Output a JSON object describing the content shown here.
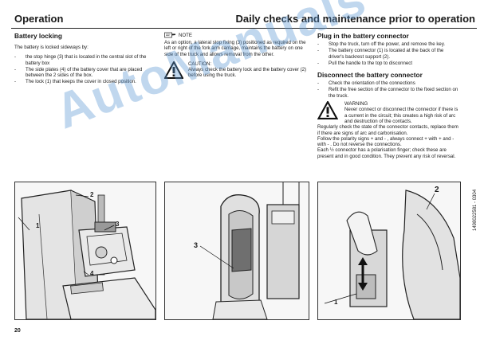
{
  "header": {
    "section": "Operation",
    "title": "Daily checks and maintenance prior to operation"
  },
  "battery_locking": {
    "heading": "Battery locking",
    "intro": "The battery is locked sideways by:",
    "items": [
      "the stop hinge (3) that is located in the central slot of the battery box",
      "The side plates (4) of the battery cover that are placed between the 2 sides of the box.",
      "The lock (1) that keeps the cover in closed position."
    ]
  },
  "note": {
    "label": "NOTE",
    "text": "As an option, a lateral stop fixing (3) positioned as required on the left or right of the fork arm carriage, maintains the battery on one side of the truck and allows removal from the other."
  },
  "caution": {
    "label": "CAUTION:",
    "text": "Always check the battery lock and the battery cover (2) before using the truck."
  },
  "plug_in": {
    "heading": "Plug in the battery connector",
    "items": [
      "Stop the truck, turn off the power, and remove the key.",
      "The battery connector (1) is located at the back of the driver's backrest support (2).",
      "Pull the handle to the top to disconnect"
    ]
  },
  "disconnect": {
    "heading": "Disconnect the battery connector",
    "items": [
      "Check the orientation of the connections",
      "Refit the free section of the connector to the fixed section on the truck."
    ],
    "warning_label": "WARNING",
    "warning_text": "Never connect or disconnect the connector if there is a current in the circuit; this creates a high risk of arc and destruction of the contacts.",
    "para1": "Regularly check the state of the connector contacts, replace them if there are signs of arc and carbonisation.",
    "para2": "Follow the polarity signs + and - , always connect + with + and - with - . Do not reverse the connections.",
    "para3": "Each ½ connector has a polarisation finger; check these are present and in good condition. They prevent any risk of reversal."
  },
  "side_code": "1498022581 - 0304",
  "figures": {
    "fig1": {
      "callouts": [
        "1",
        "2",
        "3",
        "4"
      ]
    },
    "fig2": {
      "callouts": [
        "3"
      ]
    },
    "fig3": {
      "callouts": [
        "1",
        "2"
      ]
    }
  },
  "page_number": "20",
  "watermark": "AutoManuals",
  "colors": {
    "watermark": "#5a96d2",
    "text": "#1a1a1a"
  }
}
